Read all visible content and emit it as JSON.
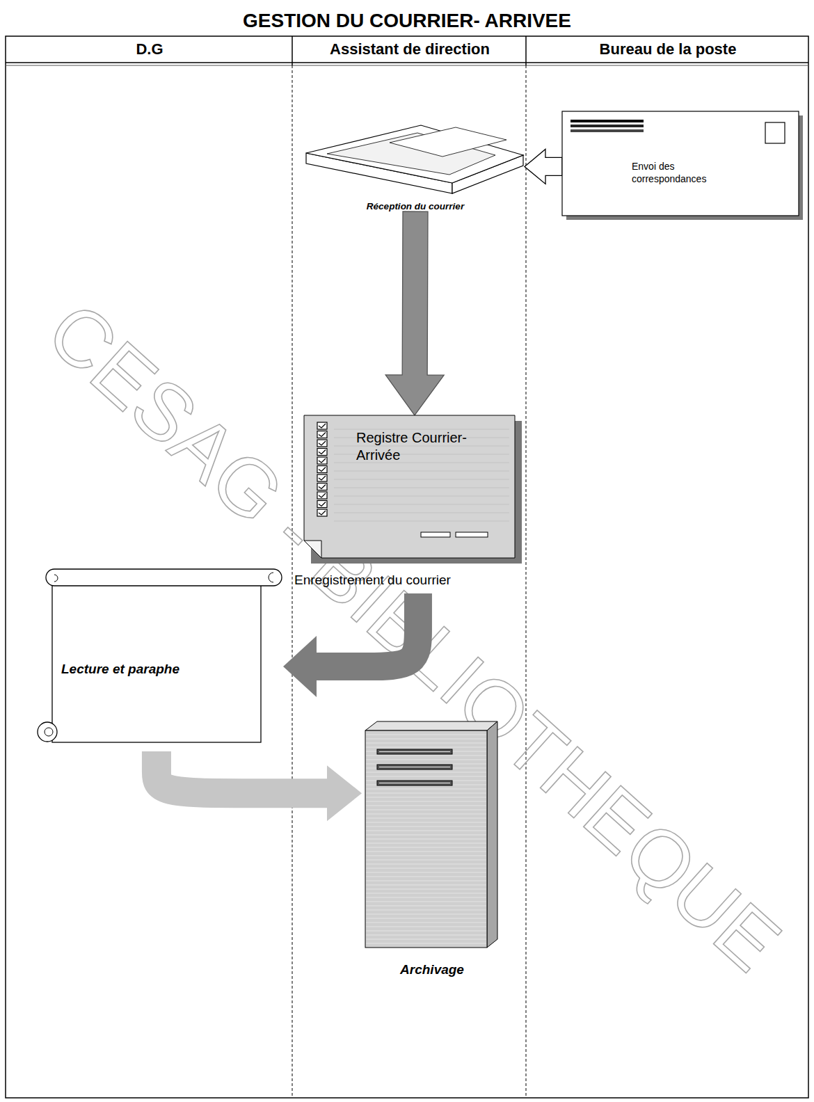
{
  "diagram": {
    "title": "GESTION DU COURRIER- ARRIVEE",
    "nodes": [
      {
        "text": [
          "D.G"
        ]
      },
      {
        "text": [
          "Assistant de direction"
        ]
      },
      {
        "text": [
          "Bureau de la poste"
        ]
      },
      {
        "text": [
          "Réception du courrier"
        ],
        "in": 1
      },
      {
        "text": [
          "Envoi des correspondances"
        ],
        "in": 2
      },
      {
        "text": [
          "Registre Courrier-Arrivée",
          "Enregistrement du courrier"
        ],
        "in": 1
      },
      {
        "text": [
          "Lecture et paraphe"
        ],
        "in": 0
      },
      {
        "text": [
          "Archivage"
        ],
        "in": 1
      }
    ],
    "edges": [
      {
        "from": 4,
        "to": 3,
        "arrow": "to"
      },
      {
        "from": 3,
        "to": 5,
        "arrow": "to"
      },
      {
        "from": 5,
        "to": 6,
        "arrow": "to"
      },
      {
        "from": 6,
        "to": 7,
        "arrow": "to"
      }
    ],
    "labels": [
      "CESAG - BIBLIOTHEQUE"
    ]
  }
}
